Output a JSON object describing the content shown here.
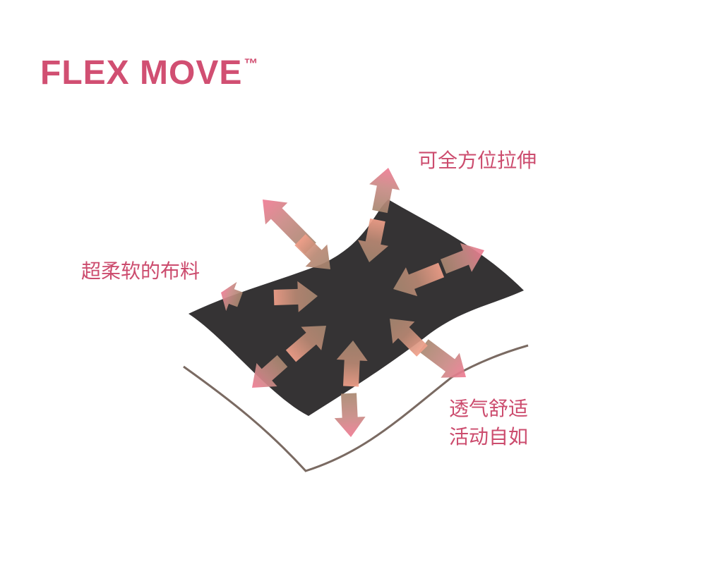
{
  "brand": {
    "name": "FLEX MOVE",
    "trademark": "™"
  },
  "labels": {
    "stretch": "可全方位拉伸",
    "soft": "超柔软的布料",
    "breathable_line1": "透气舒适",
    "breathable_line2": "活动自如"
  },
  "colors": {
    "brand": "#d14f72",
    "fabric": "#353334",
    "base_line": "#7a6a62",
    "arrow_outer": "#f07a93",
    "arrow_inner": "#a88770"
  }
}
